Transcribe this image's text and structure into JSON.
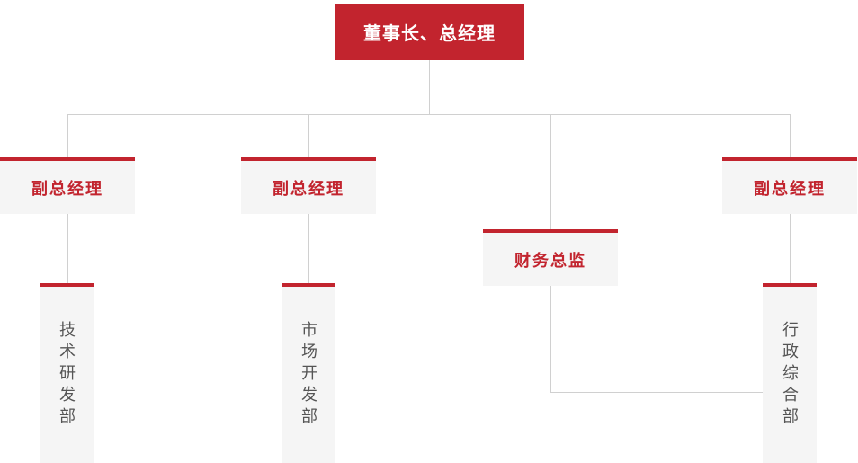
{
  "palette": {
    "accent_red": "#c2242e",
    "box_fill": "#f5f5f5",
    "line_gray": "#d0d0d0",
    "dept_text": "#555555",
    "root_text": "#ffffff"
  },
  "org": {
    "root": {
      "label": "董事长、总经理"
    },
    "managers": [
      {
        "label": "副总经理"
      },
      {
        "label": "副总经理"
      },
      {
        "label": "财务总监"
      },
      {
        "label": "副总经理"
      }
    ],
    "departments": [
      {
        "label": "技术研发部"
      },
      {
        "label": "市场开发部"
      },
      {
        "label": "行政综合部"
      }
    ]
  }
}
